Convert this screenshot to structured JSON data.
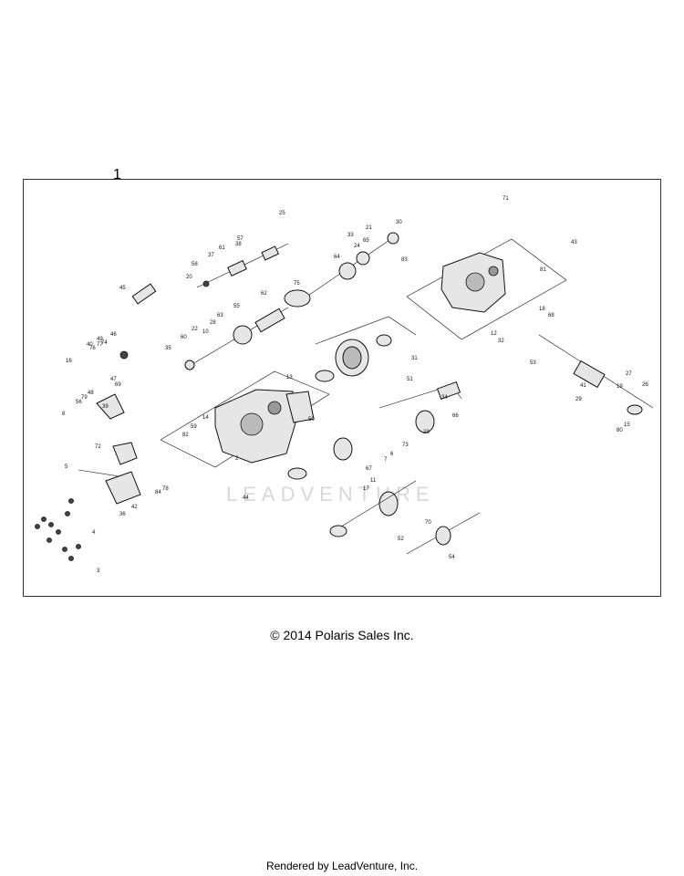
{
  "diagram": {
    "number": "1",
    "watermark": "LEADVENTURE",
    "part_labels": [
      "1",
      "2",
      "3",
      "4",
      "5",
      "6",
      "7",
      "8",
      "10",
      "11",
      "12",
      "13",
      "14",
      "15",
      "16",
      "17",
      "18",
      "19",
      "20",
      "21",
      "22",
      "23",
      "24",
      "25",
      "26",
      "27",
      "28",
      "29",
      "30",
      "31",
      "32",
      "33",
      "34",
      "35",
      "36",
      "37",
      "38",
      "39",
      "40",
      "41",
      "42",
      "43",
      "44",
      "45",
      "46",
      "47",
      "48",
      "49",
      "50",
      "51",
      "52",
      "53",
      "54",
      "55",
      "56",
      "57",
      "58",
      "59",
      "60",
      "61",
      "62",
      "63",
      "64",
      "65",
      "66",
      "67",
      "68",
      "69",
      "70",
      "71",
      "72",
      "73",
      "74",
      "75",
      "76",
      "77",
      "78",
      "79",
      "80",
      "81",
      "82",
      "83",
      "84"
    ]
  },
  "footer": {
    "copyright": "© 2014 Polaris Sales Inc.",
    "rendered_by": "Rendered by LeadVenture, Inc."
  }
}
